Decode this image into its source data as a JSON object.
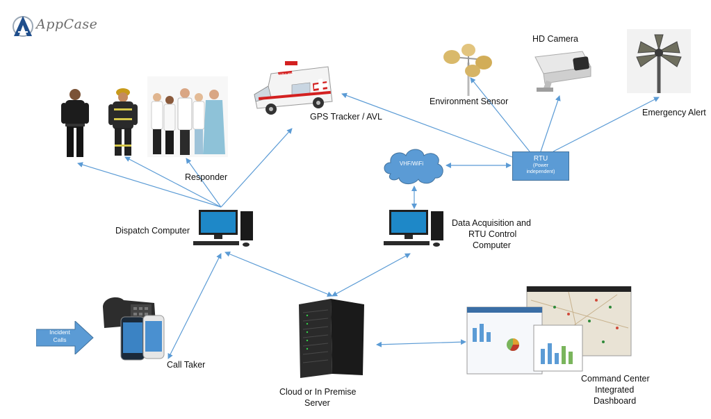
{
  "brand": {
    "name": "AppCase"
  },
  "labels": {
    "gps_tracker": "GPS Tracker / AVL",
    "environment_sensor": "Environment Sensor",
    "hd_camera": "HD Camera",
    "emergency_alert": "Emergency Alert",
    "responder": "Responder",
    "dispatch_computer": "Dispatch Computer",
    "data_acq_line1": "Data Acquisition and",
    "data_acq_line2": "RTU Control",
    "data_acq_line3": "Computer",
    "call_taker": "Call Taker",
    "server_line1": "Cloud or In Premise",
    "server_line2": "Server",
    "dashboard_line1": "Command Center",
    "dashboard_line2": "Integrated",
    "dashboard_line3": "Dashboard"
  },
  "rtu": {
    "title": "RTU",
    "sub1": "(Power",
    "sub2": "independent)"
  },
  "cloud": {
    "label": "VHF/WiFi"
  },
  "incident": {
    "line1": "Incident",
    "line2": "Calls"
  },
  "ambulance": {
    "text": "AMBULANCE"
  },
  "colors": {
    "connector": "#5b9bd5",
    "rtu_fill": "#5b9bd5",
    "brand_blue": "#1f4e8c"
  }
}
